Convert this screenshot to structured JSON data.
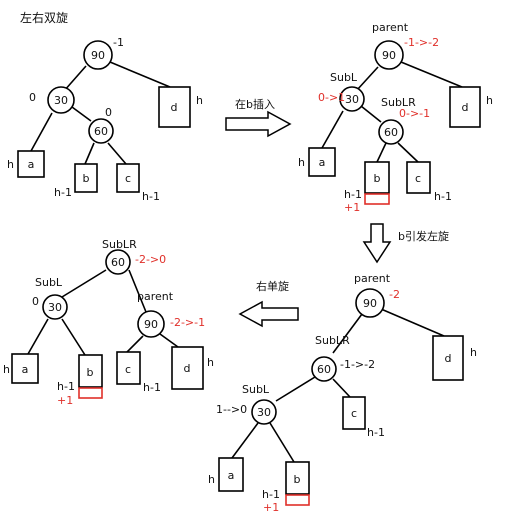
{
  "colors": {
    "ink": "#111111",
    "accent": "#e0302a"
  },
  "title": "左右双旋",
  "arrows": {
    "step1": "在b插入",
    "step2": "b引发左旋",
    "step3": "右单旋"
  },
  "panel1": {
    "n90": "90",
    "n90_bf": "-1",
    "n30": "30",
    "n30_bf": "0",
    "n60": "60",
    "n60_bf": "0",
    "a": "a",
    "b": "b",
    "c": "c",
    "d": "d",
    "h_a": "h",
    "h_b": "h-1",
    "h_c": "h-1",
    "h_d": "h"
  },
  "panel2": {
    "parent": "parent",
    "subl": "SubL",
    "sublr": "SubLR",
    "n90": "90",
    "n90_bf": "-1->-2",
    "n30": "30",
    "n30_bf": "0->1",
    "n60": "60",
    "n60_bf": "0->-1",
    "a": "a",
    "b": "b",
    "c": "c",
    "d": "d",
    "h_a": "h",
    "h_b": "h-1",
    "h_c": "h-1",
    "h_d": "h",
    "plus": "+1"
  },
  "panel3": {
    "parent": "parent",
    "subl": "SubL",
    "sublr": "SubLR",
    "n90": "90",
    "n90_bf": "-2",
    "n60": "60",
    "n60_bf": "-1->-2",
    "n30": "30",
    "n30_bf": "1-->0",
    "a": "a",
    "b": "b",
    "c": "c",
    "d": "d",
    "h_a": "h",
    "h_b": "h-1",
    "h_c": "h-1",
    "h_d": "h",
    "plus": "+1"
  },
  "panel4": {
    "sublr": "SubLR",
    "subl": "SubL",
    "parent": "parent",
    "n60": "60",
    "n60_bf": "-2->0",
    "n30": "30",
    "n30_bf": "0",
    "n90": "90",
    "n90_bf": "-2->-1",
    "a": "a",
    "b": "b",
    "c": "c",
    "d": "d",
    "h_a": "h",
    "h_b": "h-1",
    "h_c": "h-1",
    "h_d": "h",
    "plus": "+1"
  }
}
